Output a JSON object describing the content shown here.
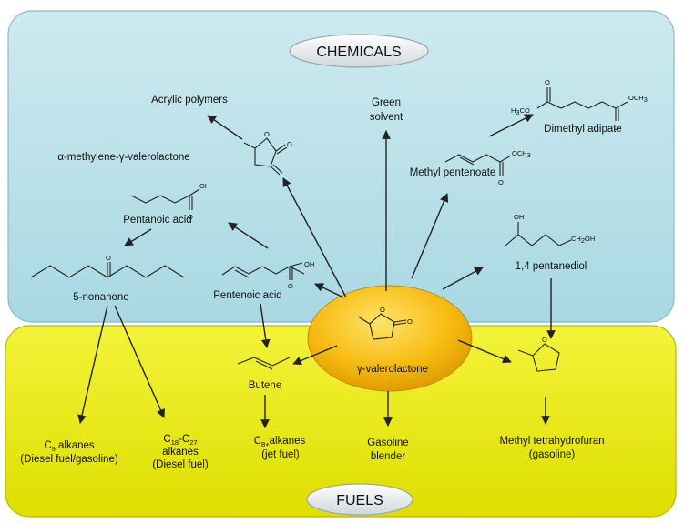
{
  "sections": {
    "chemicals": "CHEMICALS",
    "fuels": "FUELS"
  },
  "center": {
    "label_greek": "γ",
    "label_rest": "-valerolactone"
  },
  "chemicals": {
    "acrylic_polymers": "Acrylic polymers",
    "mvl_alpha": "α",
    "mvl_mid": "-methylene-",
    "mvl_gamma": "γ",
    "mvl_rest": "-valerolactone",
    "green_solvent_1": "Green",
    "green_solvent_2": "solvent",
    "dimethyl_adipate": "Dimethyl adipate",
    "methyl_pentenoate": "Methyl pentenoate",
    "pentanoic_acid": "Pentanoic acid",
    "nonanone": "5-nonanone",
    "pentenoic_acid": "Pentenoic acid",
    "pentanediol": "1,4 pentanediol"
  },
  "fuels": {
    "c9_main": "C",
    "c9_sub": "9",
    "c9_rest": " alkanes",
    "c9_line2": "(Diesel fuel/gasoline)",
    "c18_c": "C",
    "c18_sub": "18",
    "c18_dash": "-C",
    "c27_sub": "27",
    "c18_line2": "alkanes",
    "c18_line3": "(Diesel fuel)",
    "butene": "Butene",
    "c8_c": "C",
    "c8_sub": "8+",
    "c8_rest": "alkanes",
    "c8_line2": "(jet fuel)",
    "gasoline_1": "Gasoline",
    "gasoline_2": "blender",
    "mthf_1": "Methyl tetrahydrofuran",
    "mthf_2": "(gasoline)"
  },
  "atoms": {
    "O": "O",
    "OH": "OH",
    "OCH3": "OCH",
    "CH3_sub": "3",
    "H3CO_h": "H",
    "H3CO_sub": "3",
    "H3CO_rest": "CO",
    "CH2OH_ch": "CH",
    "CH2OH_sub": "2",
    "CH2OH_oh": "OH"
  },
  "colors": {
    "chem_panel": "#bfe3ea",
    "fuel_panel": "#ecec12",
    "center_oval": "#f5b700",
    "header_pill": "#e9eef0"
  }
}
